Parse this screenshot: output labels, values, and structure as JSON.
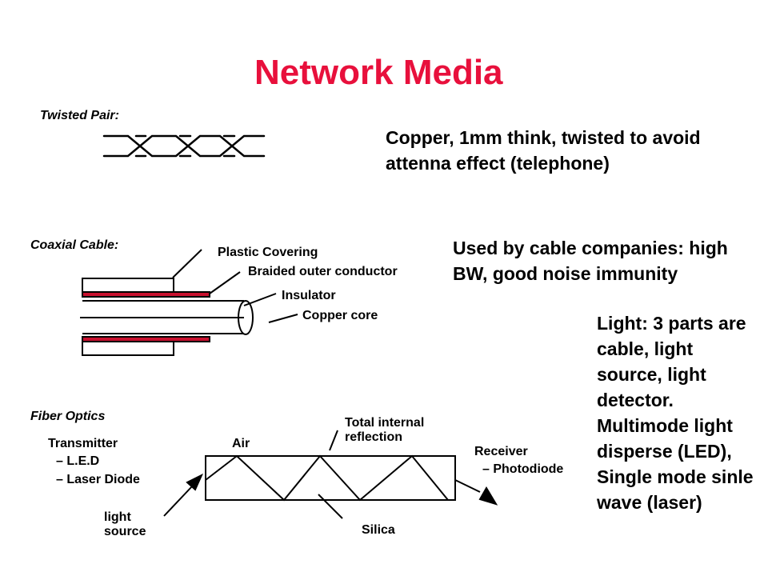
{
  "title": "Network Media",
  "colors": {
    "title": "#e8103c",
    "copper_stripe": "#c8102e",
    "text": "#000000"
  },
  "twisted_pair": {
    "label": "Twisted Pair:",
    "description": "Copper, 1mm think, twisted to avoid attenna effect (telephone)"
  },
  "coaxial": {
    "label": "Coaxial Cable:",
    "parts": [
      "Plastic Covering",
      "Braided outer conductor",
      "Insulator",
      "Copper core"
    ],
    "description": "Used by cable companies: high BW, good noise immunity"
  },
  "fiber": {
    "label": "Fiber Optics",
    "transmitter": "Transmitter",
    "transmitter_items": [
      "– L.E.D",
      "– Laser Diode"
    ],
    "air": "Air",
    "total_internal": "Total internal reflection",
    "receiver": "Receiver",
    "receiver_item": "– Photodiode",
    "light_source": "light source",
    "silica": "Silica"
  },
  "light_description": "Light: 3 parts are cable, light source, light detector. Multimode light disperse (LED), Single mode sinle wave (laser)"
}
